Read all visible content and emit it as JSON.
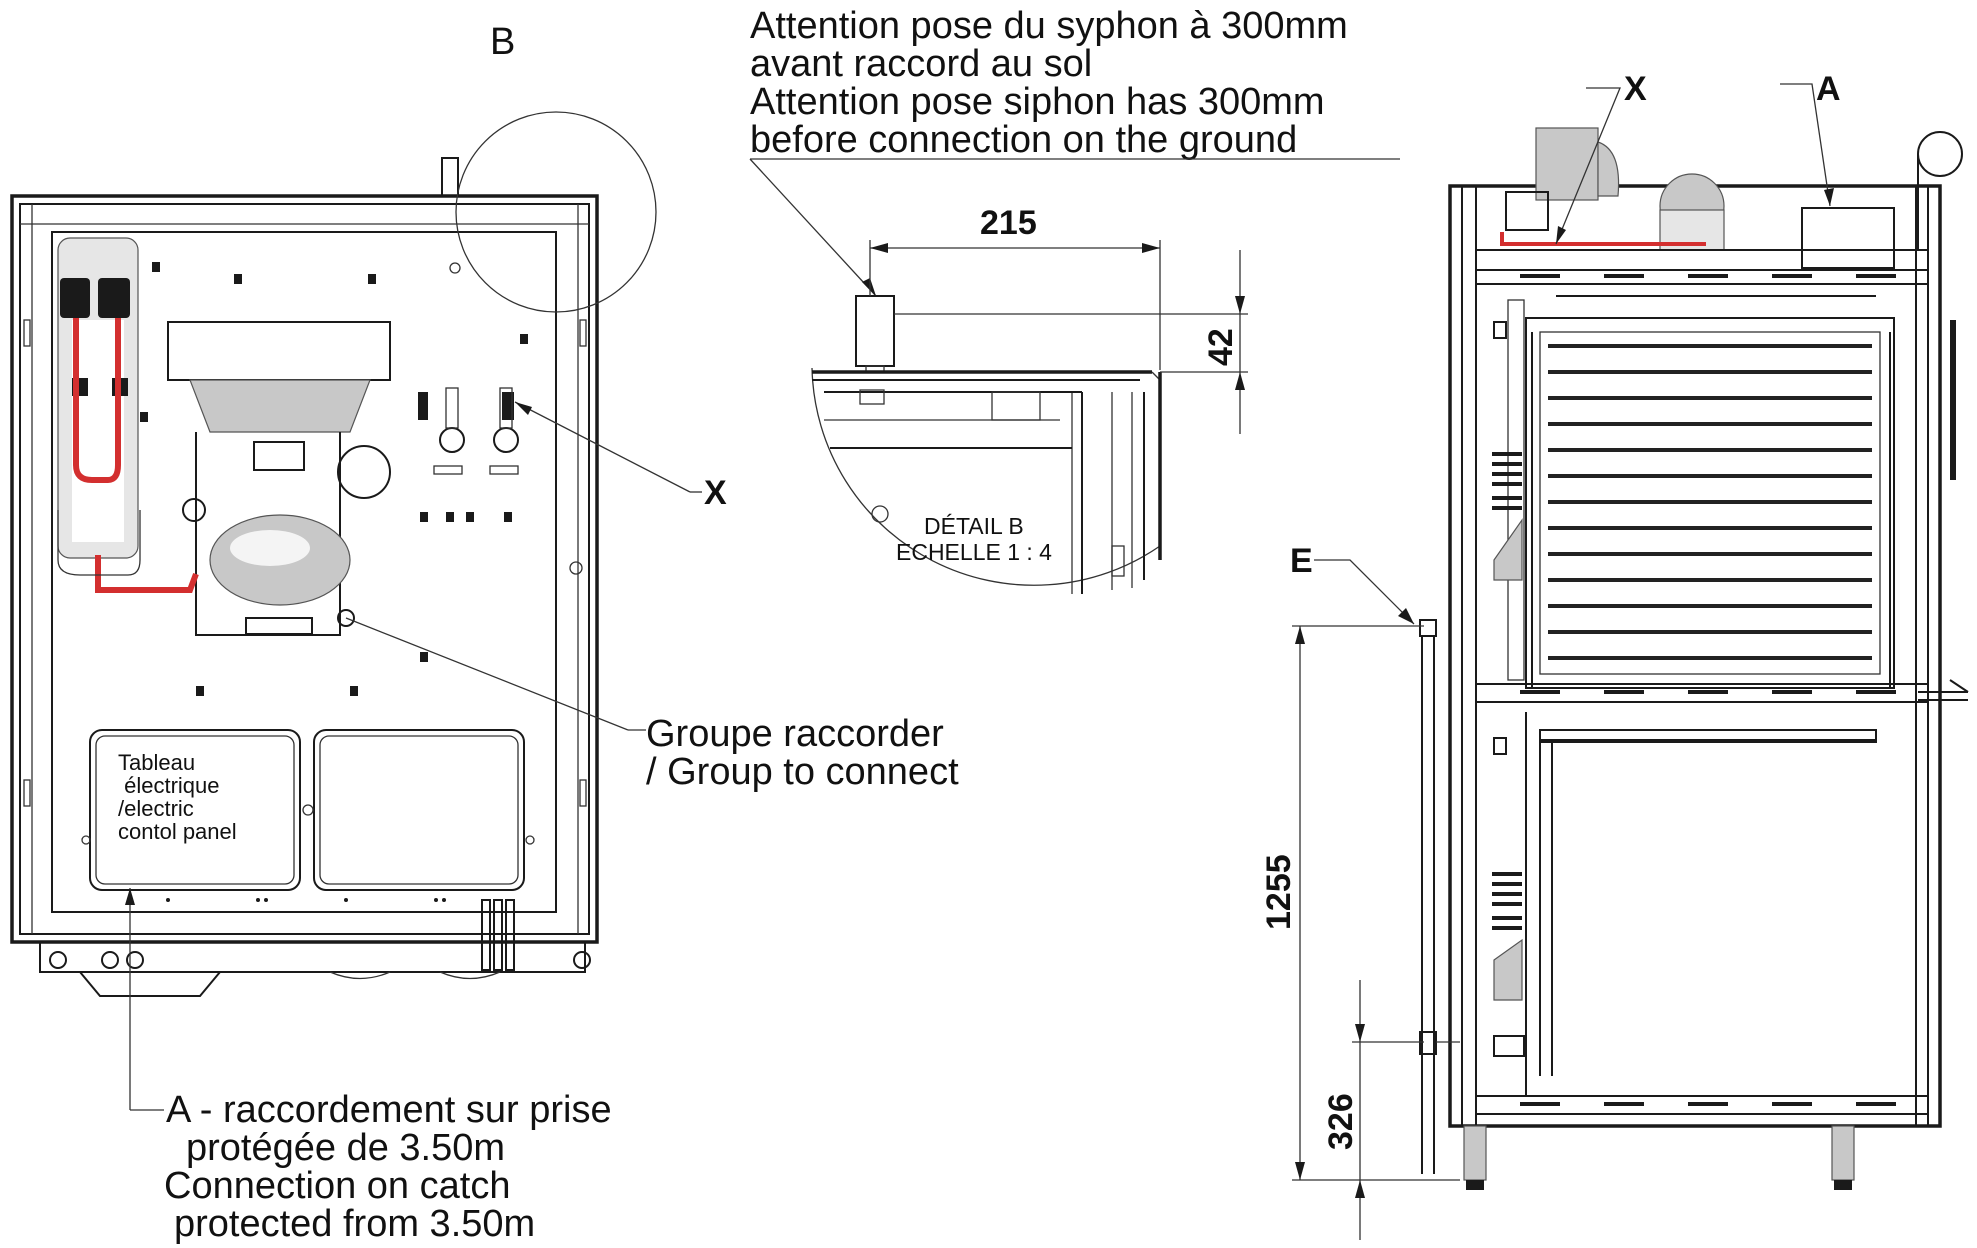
{
  "labels": {
    "b_circle": "B",
    "attention_1": "Attention pose du syphon à 300mm",
    "attention_2": "avant raccord au sol",
    "attention_3": "Attention pose siphon has 300mm",
    "attention_4": "before connection on the ground",
    "x_front": "X",
    "x_side": "X",
    "a_side": "A",
    "e_side": "E",
    "detail_1": "DÉTAIL B",
    "detail_2": "ECHELLE 1 : 4",
    "group_1": "Groupe raccorder",
    "group_2": "/ Group to connect",
    "panel_1": "Tableau",
    "panel_2": " électrique",
    "panel_3": "/electric",
    "panel_4": "contol panel",
    "a_note_1": "A - raccordement sur prise",
    "a_note_2": "protégée de 3.50m",
    "a_note_3": "Connection on catch",
    "a_note_4": "protected from 3.50m"
  },
  "dimensions": {
    "width_215": "215",
    "height_42": "42",
    "height_1255": "1255",
    "height_326": "326"
  },
  "colors": {
    "pipe": "#d32f2f",
    "line": "#1a1a1a",
    "grey_part": "#c8c8c8"
  }
}
